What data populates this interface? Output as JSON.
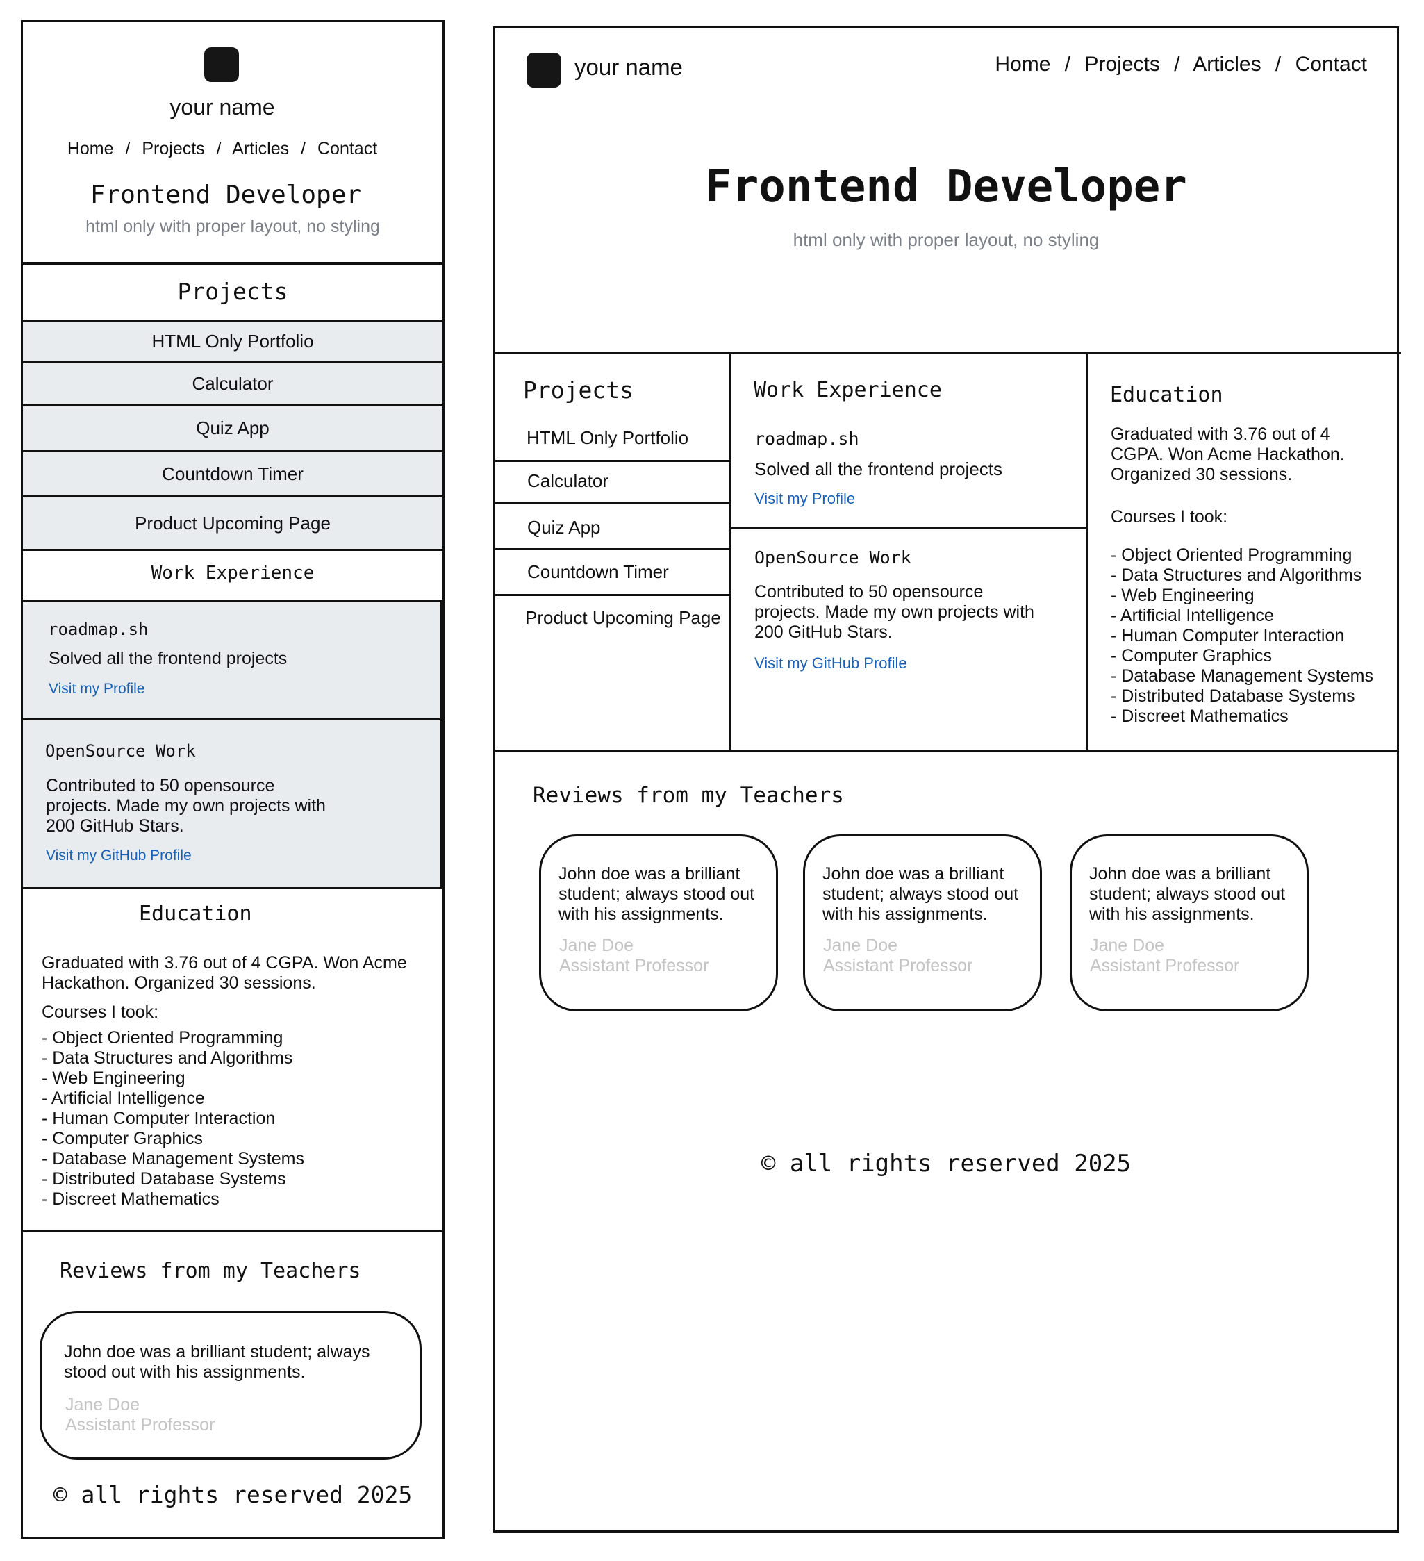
{
  "brand": {
    "name": "your name",
    "logo_icon": "logo-square-icon"
  },
  "nav": {
    "items": [
      "Home",
      "Projects",
      "Articles",
      "Contact"
    ],
    "separator": "/"
  },
  "hero": {
    "title": "Frontend Developer",
    "subtitle": "html only with proper layout, no styling"
  },
  "projects": {
    "heading": "Projects",
    "items": [
      "HTML Only Portfolio",
      "Calculator",
      "Quiz App",
      "Countdown Timer",
      "Product Upcoming Page"
    ]
  },
  "work": {
    "heading": "Work Experience",
    "entries": [
      {
        "title": "roadmap.sh",
        "text_lines": [
          "Solved all the frontend projects"
        ],
        "link": "Visit my Profile"
      },
      {
        "title": "OpenSource Work",
        "text_lines": [
          "Contributed to 50 opensource",
          "projects. Made my own projects with",
          "200 GitHub Stars."
        ],
        "link": "Visit my GitHub Profile"
      }
    ]
  },
  "education": {
    "heading": "Education",
    "summary_desktop_lines": [
      "Graduated with 3.76 out of 4",
      "CGPA. Won Acme Hackathon.",
      "Organized 30 sessions."
    ],
    "summary_mobile_lines": [
      "Graduated with 3.76 out of 4 CGPA. Won Acme",
      "Hackathon. Organized 30 sessions."
    ],
    "courses_label": "Courses I took:",
    "courses": [
      "- Object Oriented Programming",
      "- Data Structures and Algorithms",
      "- Web Engineering",
      "- Artificial Intelligence",
      "- Human Computer Interaction",
      "- Computer Graphics",
      "- Database Management Systems",
      "- Distributed Database Systems",
      "- Discreet Mathematics"
    ]
  },
  "reviews": {
    "heading": "Reviews from my Teachers",
    "desktop_quote_lines": [
      "John doe was a brilliant",
      "student; always stood out",
      "with his assignments."
    ],
    "mobile_quote_lines": [
      "John doe was a brilliant student; always",
      "stood out with his assignments."
    ],
    "author": "Jane Doe",
    "role": "Assistant Professor"
  },
  "footer": {
    "text": "© all rights reserved 2025"
  },
  "colors": {
    "panel": "#e8ecef",
    "link": "#1760b8",
    "muted": "#7b8088",
    "faint": "#c4c4c4"
  }
}
